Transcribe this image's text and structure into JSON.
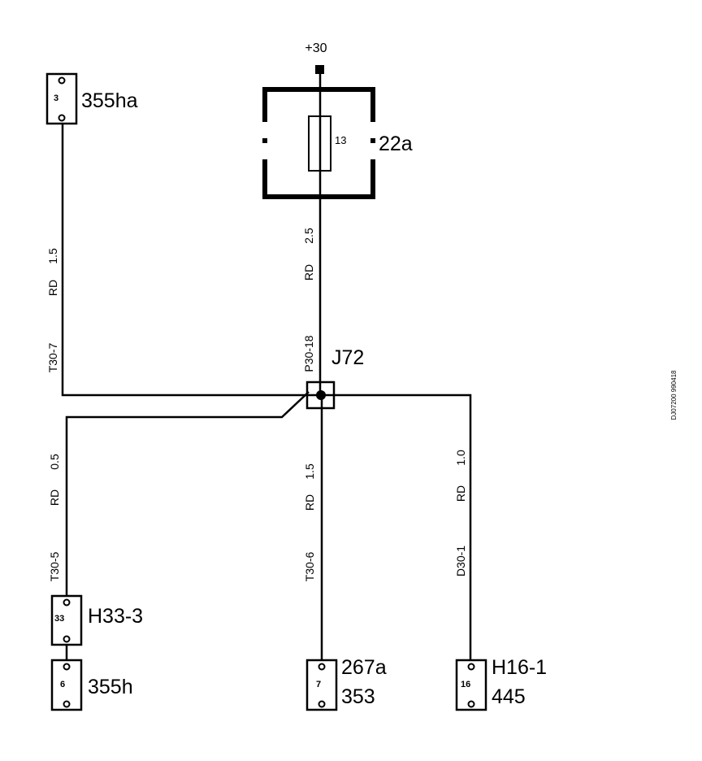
{
  "supply": {
    "label": "+30"
  },
  "fuse": {
    "id": "22a",
    "number": "13"
  },
  "splice": {
    "id": "J72"
  },
  "connectors": {
    "c355ha": {
      "pin": "3",
      "name": "355ha"
    },
    "cH33": {
      "pin": "33",
      "name": "H33-3"
    },
    "c355h": {
      "pin": "6",
      "name": "355h"
    },
    "c267a": {
      "pin": "7",
      "name": "267a",
      "name2": "353"
    },
    "cH16": {
      "pin": "16",
      "name": "H16-1",
      "name2": "445"
    }
  },
  "wires": {
    "top_left": {
      "size": "1.5",
      "color": "RD",
      "id": "T30-7"
    },
    "top_center": {
      "size": "2.5",
      "color": "RD",
      "id": "P30-18"
    },
    "bottom_left": {
      "size": "0.5",
      "color": "RD",
      "id": "T30-5"
    },
    "bottom_center": {
      "size": "1.5",
      "color": "RD",
      "id": "T30-6"
    },
    "bottom_right": {
      "size": "1.0",
      "color": "RD",
      "id": "D30-1"
    }
  },
  "reference": "DJ07200 990418"
}
